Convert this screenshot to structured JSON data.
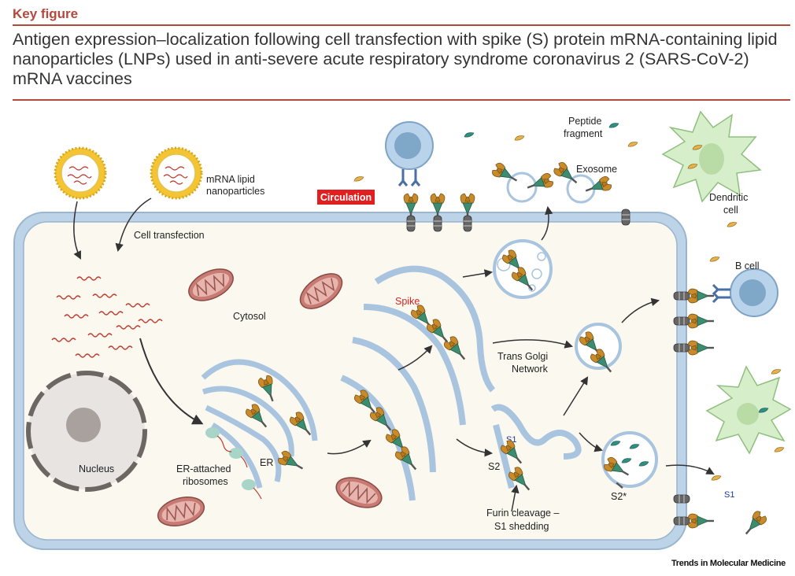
{
  "header": {
    "key_figure": "Key figure",
    "title": "Antigen expression–localization following cell transfection with spike (S) protein mRNA-containing lipid nanoparticles (LNPs) used in anti-severe acute respiratory syndrome coronavirus 2 (SARS-CoV-2) mRNA vaccines"
  },
  "labels": {
    "mrna_lnp_line1": "mRNA lipid",
    "mrna_lnp_line2": "nanoparticles",
    "circulation": "Circulation",
    "peptide_line1": "Peptide",
    "peptide_line2": "fragment",
    "exosome": "Exosome",
    "dendritic_line1": "Dendritic",
    "dendritic_line2": "cell",
    "cell_transfection": "Cell transfection",
    "cytosol": "Cytosol",
    "spike": "Spike",
    "tgn_line1": "Trans Golgi",
    "tgn_line2": "Network",
    "b_cell": "B cell",
    "nucleus": "Nucleus",
    "er": "ER",
    "ribosomes_line1": "ER-attached",
    "ribosomes_line2": "ribosomes",
    "s1": "S1",
    "s2": "S2",
    "s2_star": "S2*",
    "s1_free": "S1",
    "furin_line1": "Furin cleavage –",
    "furin_line2": "S1 shedding"
  },
  "colors": {
    "accent": "#b5473c",
    "circulation_bg": "#e02020",
    "membrane": "#a9c4de",
    "cytoplasm": "#fbf8ef",
    "spike_orange": "#c98b2a",
    "spike_green": "#3c8c6f",
    "mito": "#c77b74",
    "dendritic": "#d7eecb"
  },
  "footer": {
    "credit": "Trends in Molecular Medicine"
  }
}
